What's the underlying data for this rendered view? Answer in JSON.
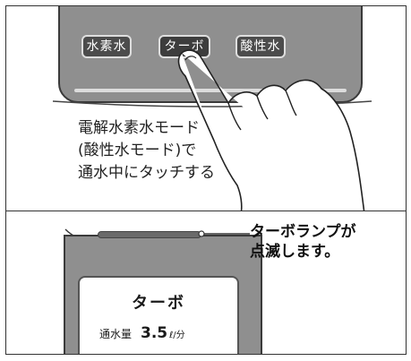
{
  "top_panel": {
    "buttons": [
      "水素水",
      "ターボ",
      "酸性水"
    ],
    "instruction_lines": [
      "電解水素水モード",
      "(酸性水モード)で",
      "通水中にタッチする"
    ]
  },
  "bottom_panel": {
    "display_title": "ターボ",
    "flow_label": "通水量",
    "flow_value": "3.5",
    "flow_unit": "ℓ/分",
    "callout_lines": [
      "ターボランプが",
      "点滅します。"
    ]
  },
  "colors": {
    "device_gray": "#8f8f8f",
    "button_dark": "#4c4c4c",
    "outline": "#333333"
  }
}
